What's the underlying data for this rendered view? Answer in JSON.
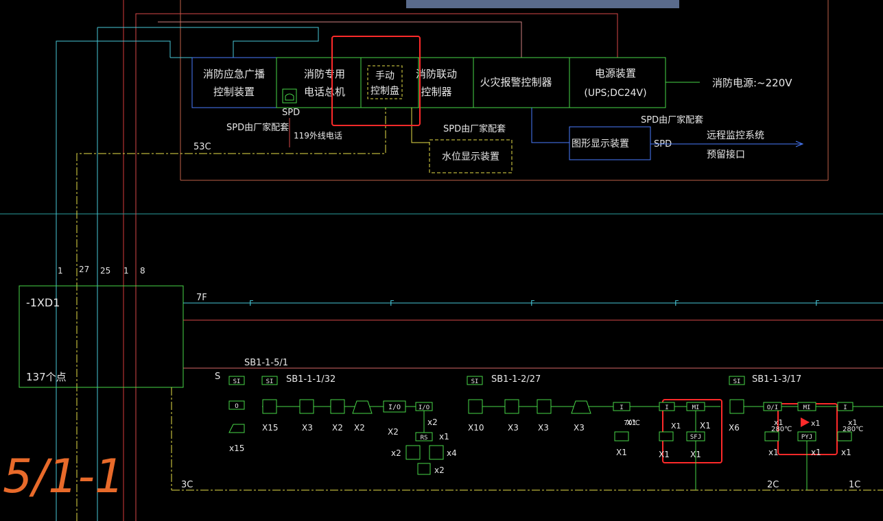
{
  "panel": {
    "broadcast": [
      "消防应急广播",
      "控制装置"
    ],
    "phone": [
      "消防专用",
      "电话总机"
    ],
    "manual": [
      "手动",
      "控制盘"
    ],
    "linkage": [
      "消防联动",
      "控制器"
    ],
    "alarm": "火灾报警控制器",
    "power": [
      "电源装置",
      "(UPS;DC24V)"
    ],
    "power_feed": "消防电源:~220V",
    "spd_label": "SPD",
    "spd_factory_1": "SPD由厂家配套",
    "spd_factory_2": "SPD由厂家配套",
    "spd_factory_3": "SPD由厂家配套",
    "ext_phone": "119外线电话",
    "water_display": "水位显示装置",
    "graphic_display": "图形显示装置",
    "spd_graphic": "SPD",
    "remote": [
      "远程监控系统",
      "预留接口"
    ],
    "cable_53c": "53C"
  },
  "bus_counts": [
    "1",
    "27",
    "25",
    "1",
    "8"
  ],
  "module": {
    "name": "-1XD1",
    "points": "137个点"
  },
  "wires": {
    "f7": "7F",
    "s": "S",
    "c3": "3C",
    "c2": "2C",
    "c1": "1C",
    "f": "F"
  },
  "loops": [
    "SB1-1-5/1",
    "SB1-1-1/32",
    "SB1-1-2/27",
    "SB1-1-3/17"
  ],
  "dev": {
    "si": "SI",
    "o": "O",
    "io": "I/O",
    "rs": "RS",
    "i": "I",
    "mi": "MI",
    "sfj": "SFJ",
    "pyj": "PYJ",
    "oi": "O/I",
    "t280": "280℃",
    "t70": "70℃"
  },
  "qty": {
    "x15": "X15",
    "x15b": "x15",
    "x3": "X3",
    "x2": "X2",
    "x10": "X10",
    "x6": "X6",
    "x1": "X1",
    "x1s": "x1",
    "x2s": "x2",
    "x4s": "x4"
  },
  "annotation": "5/1-1"
}
